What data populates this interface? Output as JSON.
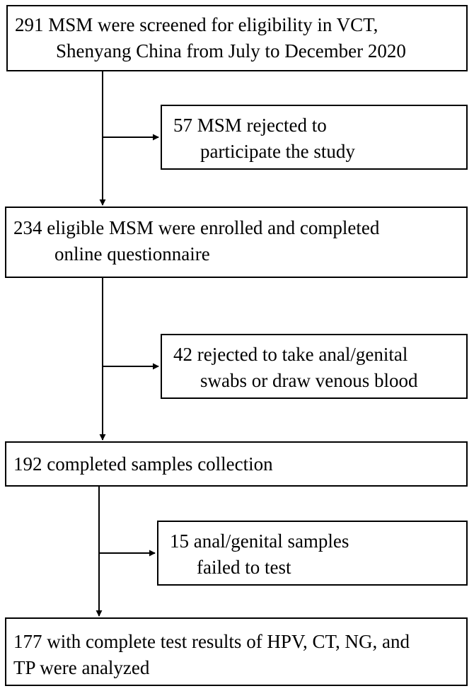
{
  "flowchart": {
    "main_boxes": [
      {
        "line1": "291 MSM were screened for eligibility in VCT,",
        "line2": "Shenyang China from July to December 2020"
      },
      {
        "line1": "234 eligible MSM were enrolled and completed",
        "line2": "online questionnaire"
      },
      {
        "line1": "192 completed samples collection"
      },
      {
        "line1": "177 with complete test results of HPV, CT, NG, and",
        "line2": "TP were analyzed"
      }
    ],
    "exclusion_boxes": [
      {
        "line1": "57 MSM rejected to",
        "line2": "participate the study"
      },
      {
        "line1": "42 rejected to take anal/genital",
        "line2": "swabs or draw venous blood"
      },
      {
        "line1": "15 anal/genital samples",
        "line2": "failed to test"
      }
    ]
  }
}
